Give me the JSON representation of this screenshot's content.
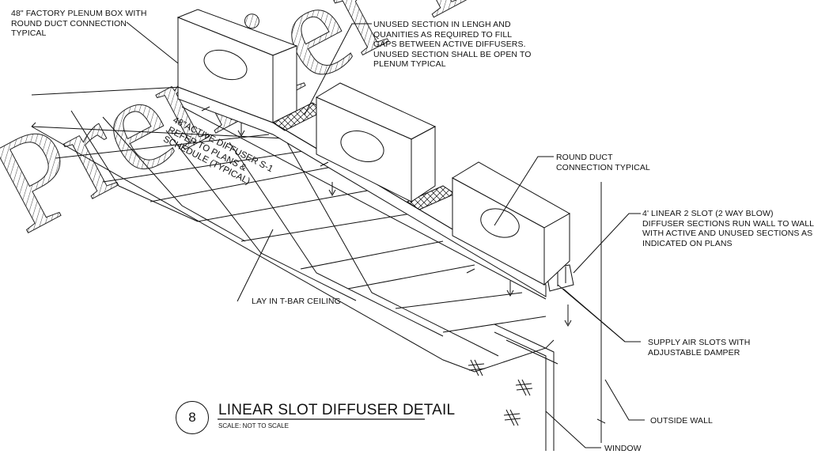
{
  "watermark": "Premier Pl",
  "notes": {
    "plenum_box": [
      "48\" FACTORY PLENUM BOX WITH",
      "ROUND DUCT CONNECTION",
      "TYPICAL"
    ],
    "unused_section": [
      "UNUSED SECTION IN LENGH AND",
      "QUANITIES AS REQUIRED TO FILL",
      "GAPS BETWEEN ACTIVE DIFFUSERS.",
      "UNUSED SECTION SHALL BE OPEN TO",
      "PLENUM TYPICAL"
    ],
    "active_diffuser": [
      "48\"ACTIVE DIFFUSER S-1",
      "REFER TO PLANS &",
      "SCHEDULE (TYPICAL)"
    ],
    "round_duct": [
      "ROUND DUCT",
      "CONNECTION TYPICAL"
    ],
    "linear_slot": [
      "4' LINEAR 2 SLOT (2 WAY BLOW)",
      "DIFFUSER SECTIONS RUN WALL TO WALL",
      "WITH ACTIVE AND UNUSED SECTIONS AS",
      "INDICATED ON PLANS"
    ],
    "ceiling": "LAY IN T-BAR CEILING",
    "supply_slots": [
      "SUPPLY AIR SLOTS WITH",
      "ADJUSTABLE DAMPER"
    ],
    "outside_wall": "OUTSIDE WALL",
    "window": "WINDOW"
  },
  "title": {
    "number": "8",
    "main": "LINEAR SLOT DIFFUSER DETAIL",
    "scale": "SCALE:  NOT TO SCALE"
  }
}
